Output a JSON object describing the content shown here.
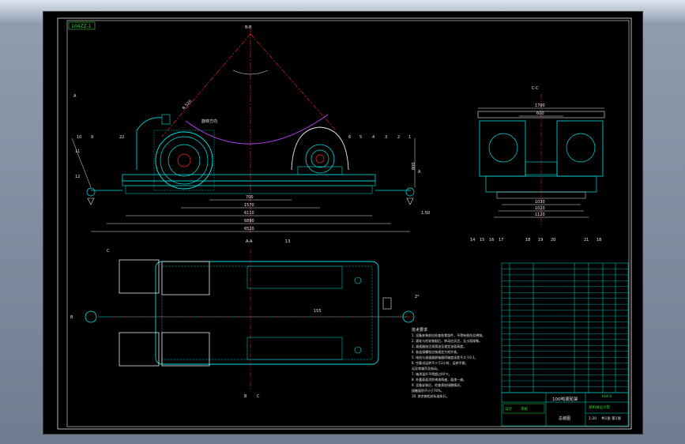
{
  "drawing": {
    "frame_code": "104ZZ-1",
    "section_cc_label": "C-C",
    "view_label_top": "B-B",
    "view_label_aa": "A-A",
    "section_label_b": "B",
    "section_label_c": "C",
    "section_label_a": "A",
    "dims_main": [
      "700",
      "1570",
      "6110",
      "6890",
      "6520"
    ],
    "dims_side": [
      "1700",
      "600",
      "1030",
      "1020",
      "1120"
    ],
    "dim_angle": "2°",
    "dim_radius": "R 520",
    "dim_155": "155",
    "dim_height": "800",
    "callouts_top": [
      "10",
      "9",
      "22",
      "6",
      "5",
      "4",
      "3",
      "2",
      "1",
      "11",
      "12"
    ],
    "callouts_side": [
      "14",
      "15",
      "16",
      "17",
      "18",
      "19",
      "20",
      "21",
      "18"
    ],
    "callout_13": "13",
    "annotation_arrow": "旋转方向",
    "annotation_taper": "1:50",
    "notes_title": "技术要求",
    "notes": [
      "1. 设备安装前应检查各零部件，不得有损伤及锈蚀。",
      "2. 滚轮与托轮装配后，转动应灵活，无卡阻现象。",
      "3. 减速器加注润滑油至规定油面高度。",
      "4. 各连接螺栓应按规定力矩拧紧。",
      "5. 电机与减速器联轴器同轴度误差不大于0.1。",
      "6. 空载试运转不少于2小时，运转平稳，",
      "   无异常噪声及振动。",
      "7. 轴承温升不得超过40℃。",
      "8. 外露表面涂防锈漆两遍，面漆一遍。",
      "9. 设备安装后，检查滚轮接触情况，",
      "   接触面积不小于70%。",
      "10. 其余按相关标准执行。"
    ],
    "title_block": {
      "drawing_title": "100吨滚轮架",
      "code": "104-0",
      "company": "某机械设计院",
      "scale": "1:20",
      "sheet": "共1张 第1张",
      "designer": "设计",
      "checker": "审核",
      "unit_label": "总装图"
    }
  }
}
